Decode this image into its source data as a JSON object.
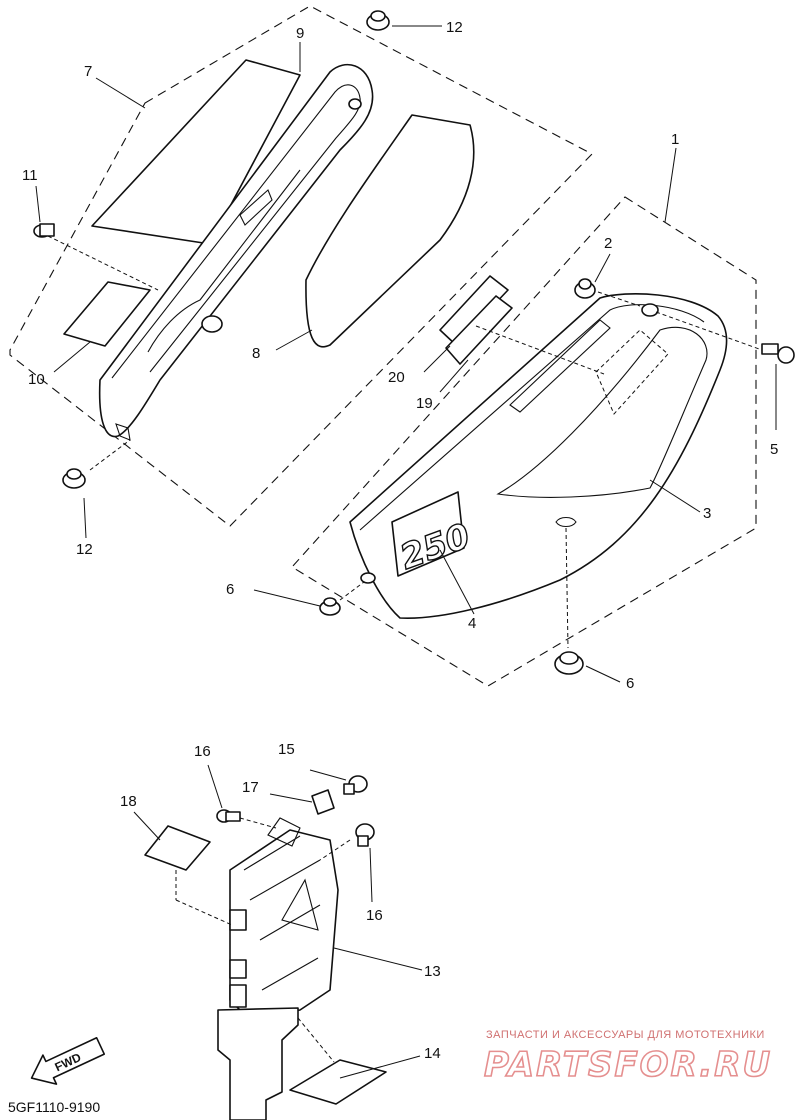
{
  "diagram": {
    "part_code": "5GF1110-9190",
    "decal_text": "250",
    "fwd_label": "FWD",
    "labels": {
      "p1": "1",
      "p2": "2",
      "p3": "3",
      "p4": "4",
      "p5": "5",
      "p6a": "6",
      "p6b": "6",
      "p7": "7",
      "p8": "8",
      "p9": "9",
      "p10": "10",
      "p11": "11",
      "p12a": "12",
      "p12b": "12",
      "p13": "13",
      "p14": "14",
      "p15": "15",
      "p16a": "16",
      "p16b": "16",
      "p17": "17",
      "p18": "18",
      "p19": "19",
      "p20": "20"
    }
  },
  "watermark": {
    "tagline": "ЗАПЧАСТИ И АКСЕССУАРЫ ДЛЯ МОТОТЕХНИКИ",
    "brand": "PARTSFOR.RU"
  }
}
